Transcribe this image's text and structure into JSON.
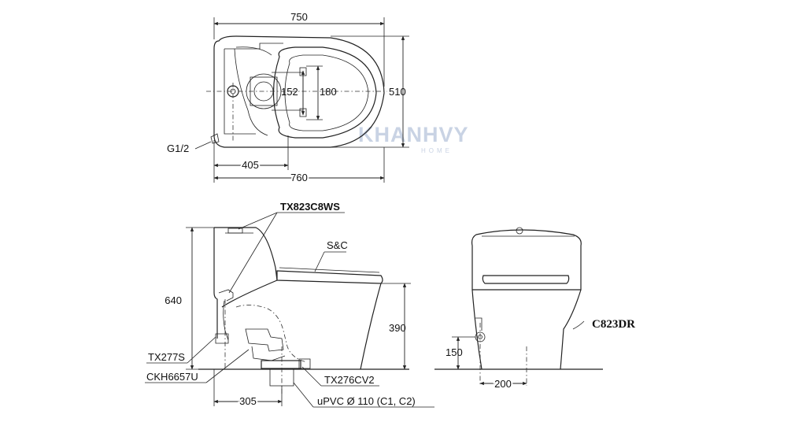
{
  "watermark": {
    "brand": "KHANHVY",
    "sub": "HOME"
  },
  "top_view": {
    "width_top": "750",
    "depth": "510",
    "seat_bolt_inner": "152",
    "seat_bolt_outer": "180",
    "inlet_thread": "G1/2",
    "inlet_offset": "405",
    "width_bottom": "760"
  },
  "side_view": {
    "tank_fitting": "TX823C8WS",
    "seat": "S&C",
    "total_height": "640",
    "bowl_height": "390",
    "angle_valve": "TX277S",
    "flange": "CKH6657U",
    "drain_part": "TX276CV2",
    "outlet_offset": "305",
    "pipe": "uPVC Ø 110 (C1, C2)"
  },
  "front_view": {
    "model": "C823DR",
    "inlet_height": "150",
    "inlet_offset": "200"
  }
}
